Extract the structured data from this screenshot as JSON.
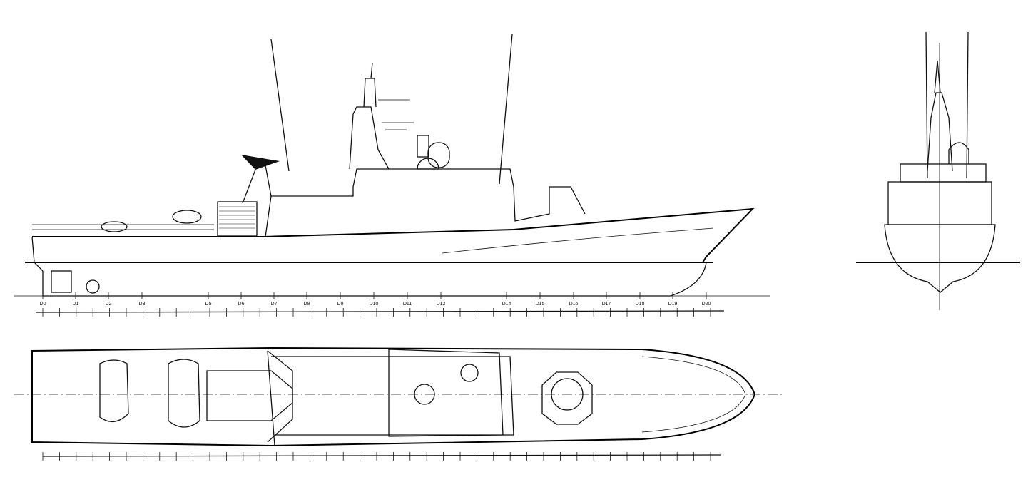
{
  "drawing": {
    "views": [
      "side-profile",
      "plan",
      "bow-front"
    ],
    "station_labels": [
      "D0",
      "D1",
      "D2",
      "D3",
      "D5",
      "D6",
      "D7",
      "D8",
      "D9",
      "D10",
      "D11",
      "D12",
      "D14",
      "D15",
      "D16",
      "D17",
      "D18",
      "D19",
      "D20"
    ],
    "line_color": "#111111",
    "background": "#ffffff"
  }
}
